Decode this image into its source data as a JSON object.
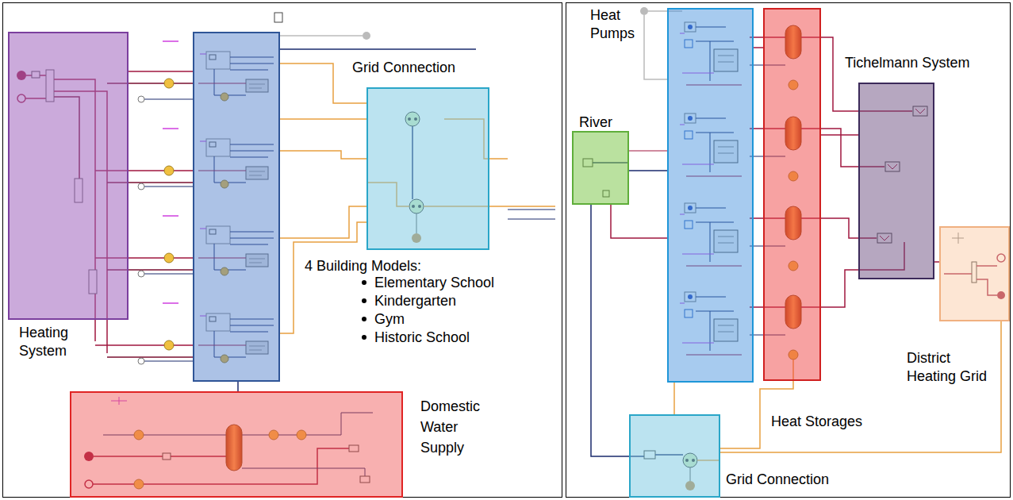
{
  "diagram": {
    "nodes": [
      {
        "text": [
          "Heating System"
        ]
      },
      {
        "text": [
          "4 Building Models:",
          "Elementary School",
          "Kindergarten",
          "Gym",
          "Historic School"
        ]
      },
      {
        "text": [
          "Grid Connection"
        ]
      },
      {
        "text": [
          "Domestic Water Supply"
        ]
      },
      {
        "text": [
          "River"
        ]
      },
      {
        "text": [
          "Heat Pumps"
        ]
      },
      {
        "text": [
          "Heat Storages"
        ]
      },
      {
        "text": [
          "Tichelmann System"
        ]
      },
      {
        "text": [
          "District Heating Grid"
        ]
      },
      {
        "text": [
          "Grid Connection"
        ]
      }
    ],
    "edges": [
      {
        "from": 0,
        "to": 1,
        "arrow": "none"
      },
      {
        "from": 1,
        "to": 2,
        "arrow": "none"
      },
      {
        "from": 3,
        "to": 1,
        "arrow": "none"
      },
      {
        "from": 4,
        "to": 5,
        "arrow": "none"
      },
      {
        "from": 5,
        "to": 6,
        "arrow": "none"
      },
      {
        "from": 6,
        "to": 7,
        "arrow": "none"
      },
      {
        "from": 7,
        "to": 8,
        "arrow": "none"
      },
      {
        "from": 9,
        "to": 5,
        "arrow": "none"
      }
    ]
  }
}
